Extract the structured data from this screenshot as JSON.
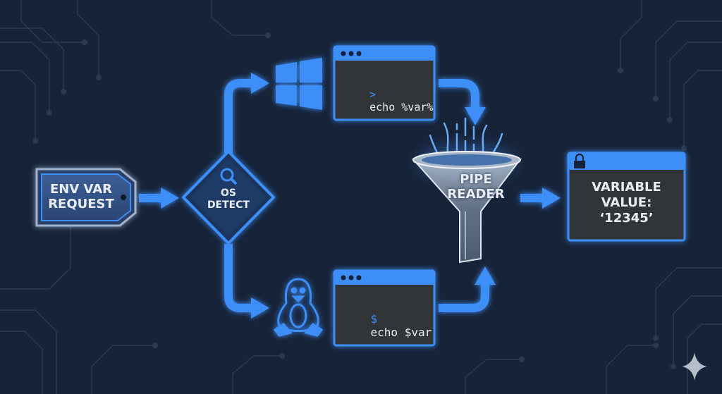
{
  "request": {
    "line1": "ENV VAR",
    "line2": "REQUEST"
  },
  "detect": {
    "line1": "OS",
    "line2": "DETECT"
  },
  "windows_terminal": {
    "prompt": ">",
    "command": "echo %var%"
  },
  "linux_terminal": {
    "prompt": "$",
    "command": "echo $var"
  },
  "pipe_reader": {
    "line1": "PIPE",
    "line2": "READER"
  },
  "result": {
    "line1": "VARIABLE",
    "line2": "VALUE:",
    "line3": "‘12345’"
  },
  "colors": {
    "background": "#172338",
    "accent": "#3e8ef7",
    "terminal_body": "#333639",
    "text": "#e9edf3"
  },
  "icons": [
    "search-icon",
    "windows-logo-icon",
    "linux-penguin-icon",
    "padlock-icon",
    "sparkle-icon"
  ]
}
